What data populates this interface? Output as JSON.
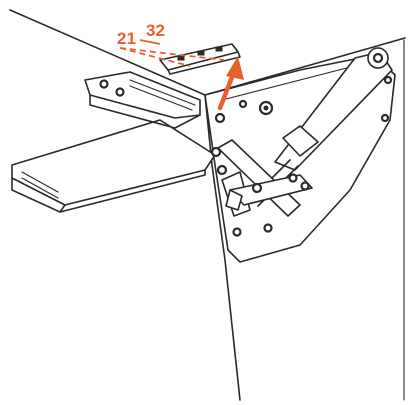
{
  "diagram": {
    "accent_color": "#e8602c",
    "ink_color": "#2a2a2a",
    "dimension_labels": [
      {
        "id": "dim-21",
        "text": "21"
      },
      {
        "id": "dim-32",
        "text": "32"
      }
    ],
    "icons": [
      "lift-up-arrow-icon"
    ]
  }
}
